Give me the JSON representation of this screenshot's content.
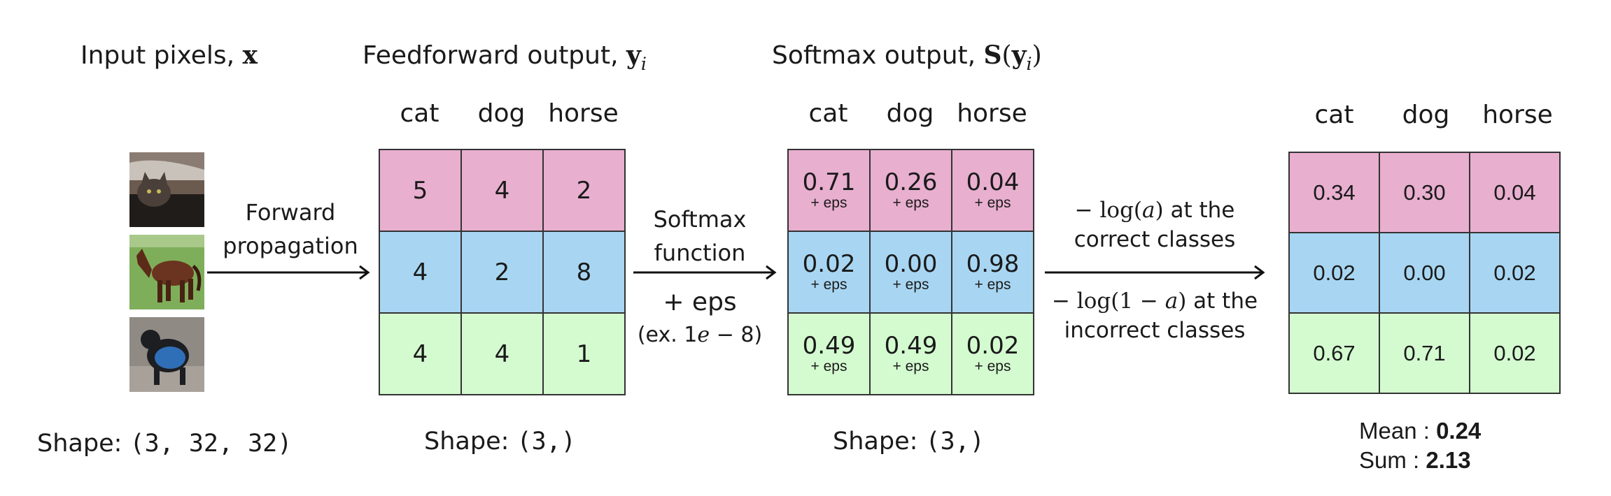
{
  "titles": {
    "input_prefix": "Input pixels,",
    "input_var": "x",
    "ff_prefix": "Feedforward output,",
    "ff_var": "y",
    "ff_sub": "i",
    "sm_prefix": "Softmax output,",
    "sm_func": "S",
    "sm_open": "(",
    "sm_var": "y",
    "sm_sub": "i",
    "sm_close": ")"
  },
  "columns": [
    "cat",
    "dog",
    "horse"
  ],
  "feedforward": [
    [
      "5",
      "4",
      "2"
    ],
    [
      "4",
      "2",
      "8"
    ],
    [
      "4",
      "4",
      "1"
    ]
  ],
  "softmax": [
    [
      "0.71",
      "0.26",
      "0.04"
    ],
    [
      "0.02",
      "0.00",
      "0.98"
    ],
    [
      "0.49",
      "0.49",
      "0.02"
    ]
  ],
  "eps_label": "+ eps",
  "loss": [
    [
      "0.34",
      "0.30",
      "0.04"
    ],
    [
      "0.02",
      "0.00",
      "0.02"
    ],
    [
      "0.67",
      "0.71",
      "0.02"
    ]
  ],
  "arrows": {
    "forward_line1": "Forward",
    "forward_line2": "propagation",
    "softmax_line1": "Softmax",
    "softmax_line2": "function",
    "softmax_eps": "+ eps",
    "softmax_ex_prefix": "(ex. 1",
    "softmax_ex_e": "e",
    "softmax_ex_suffix": " − 8)",
    "loss_correct_math": "− log(",
    "loss_correct_a": "a",
    "loss_correct_close": ")",
    "loss_correct_text": " at the",
    "loss_correct_line2": "correct classes",
    "loss_incorrect_math": "− log(1 − ",
    "loss_incorrect_a": "a",
    "loss_incorrect_close": ")",
    "loss_incorrect_text": " at the",
    "loss_incorrect_line2": "incorrect classes"
  },
  "shapes": {
    "input_label": "Shape:",
    "input_value": "(3, 32, 32)",
    "ff_label": "Shape:",
    "ff_value": "(3,)",
    "sm_label": "Shape:",
    "sm_value": "(3,)"
  },
  "stats": {
    "mean_label": "Mean : ",
    "mean_value": "0.24",
    "sum_label": "Sum : ",
    "sum_value": "2.13"
  },
  "images": [
    "cat-image",
    "horse-image",
    "dog-image"
  ]
}
